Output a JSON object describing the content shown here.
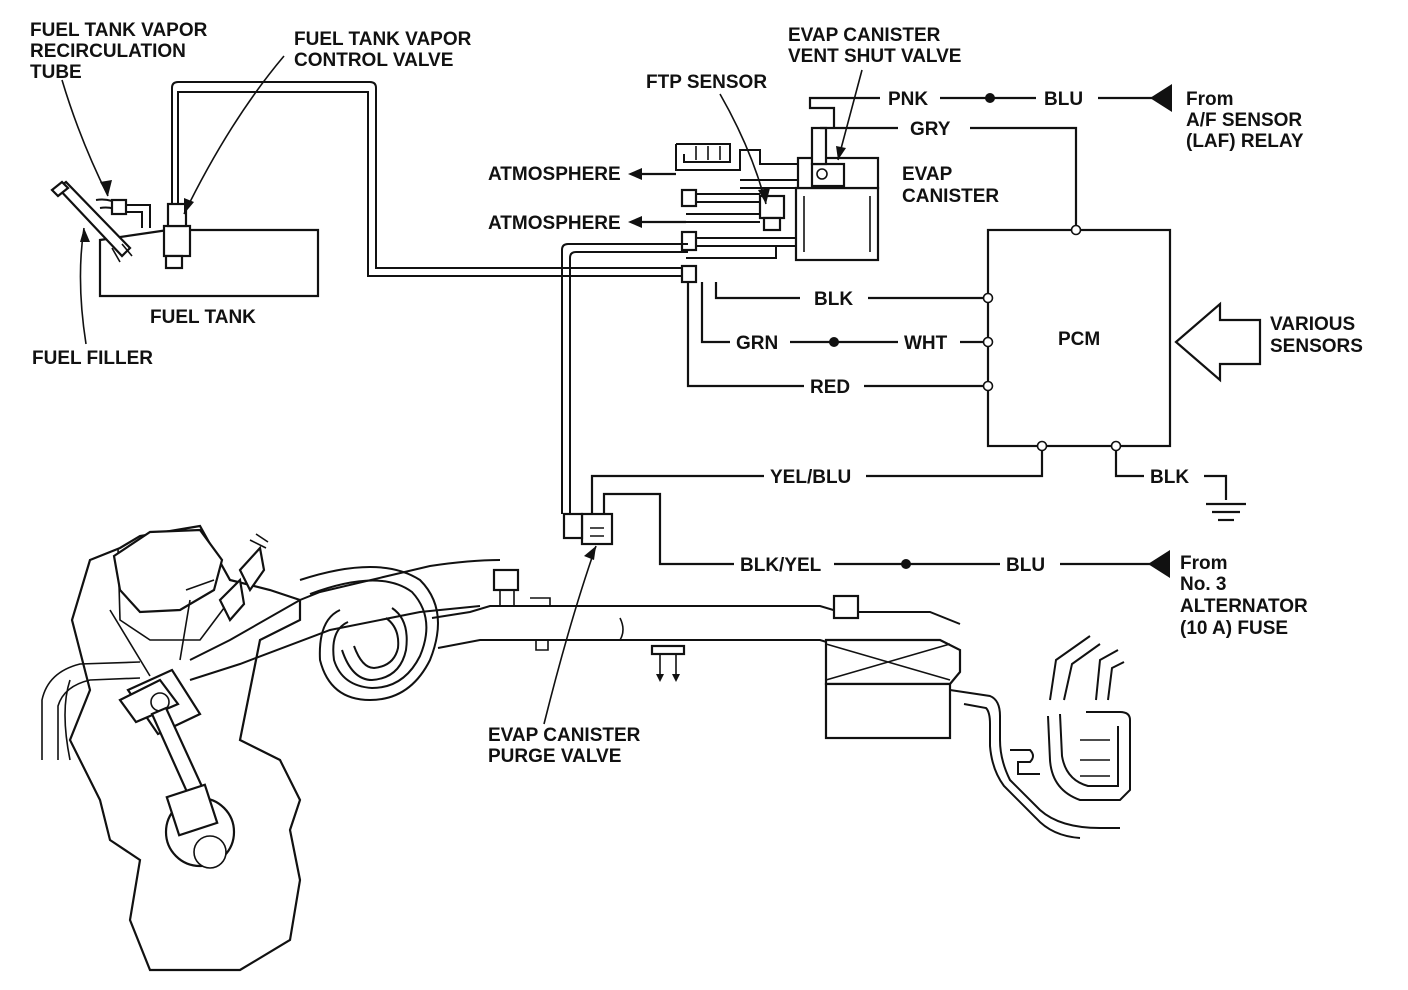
{
  "labels": {
    "fuel_tank_vapor_recirc_tube": [
      "FUEL TANK VAPOR",
      "RECIRCULATION",
      "TUBE"
    ],
    "fuel_tank_vapor_control_valve": [
      "FUEL TANK VAPOR",
      "CONTROL VALVE"
    ],
    "evap_canister_vent_shut_valve": [
      "EVAP CANISTER",
      "VENT SHUT VALVE"
    ],
    "ftp_sensor": "FTP SENSOR",
    "evap_canister": [
      "EVAP",
      "CANISTER"
    ],
    "atmosphere_1": "ATMOSPHERE",
    "atmosphere_2": "ATMOSPHERE",
    "fuel_tank": "FUEL TANK",
    "fuel_filler": "FUEL FILLER",
    "pcm": "PCM",
    "various_sensors": [
      "VARIOUS",
      "SENSORS"
    ],
    "from_af_sensor": [
      "From",
      "A/F SENSOR",
      "(LAF) RELAY"
    ],
    "from_alternator_fuse": [
      "From",
      "No. 3",
      "ALTERNATOR",
      "(10 A) FUSE"
    ],
    "evap_canister_purge_valve": [
      "EVAP CANISTER",
      "PURGE VALVE"
    ]
  },
  "wires": {
    "pnk": "PNK",
    "blu_top": "BLU",
    "gry": "GRY",
    "blk_top": "BLK",
    "grn": "GRN",
    "wht": "WHT",
    "red": "RED",
    "yel_blu": "YEL/BLU",
    "blk_ground": "BLK",
    "blk_yel": "BLK/YEL",
    "blu_bottom": "BLU"
  }
}
